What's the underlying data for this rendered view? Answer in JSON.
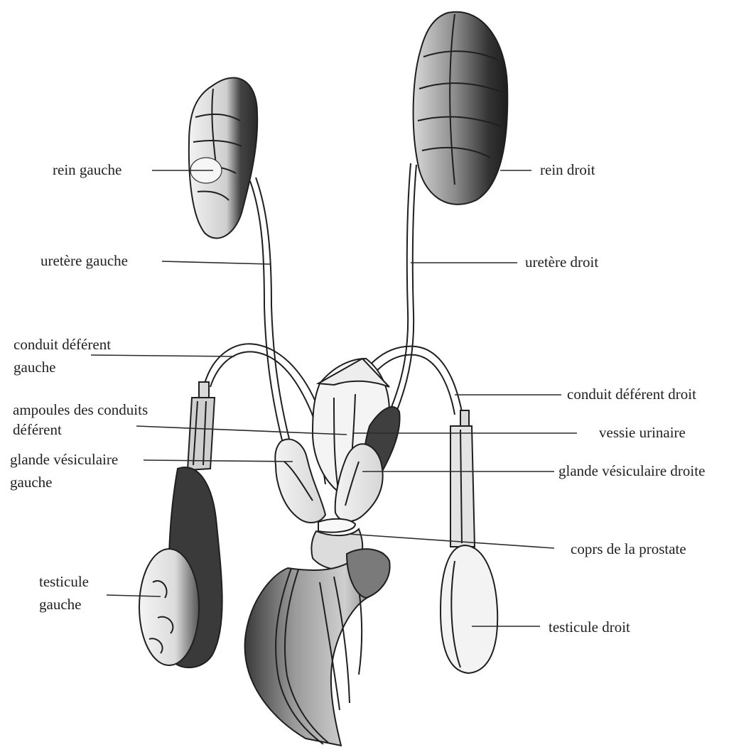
{
  "labels": {
    "rein_gauche": "rein gauche",
    "rein_droit": "rein droit",
    "uretere_gauche": "uretère gauche",
    "uretere_droit": "uretère droit",
    "conduit_deferent_gauche_l1": "conduit déférent",
    "conduit_deferent_gauche_l2": "gauche",
    "conduit_deferent_droit": "conduit déférent droit",
    "ampoules_l1": "ampoules des conduits",
    "ampoules_l2": "déférent",
    "vessie_urinaire": "vessie urinaire",
    "glande_vesiculaire_gauche_l1": "glande vésiculaire",
    "glande_vesiculaire_gauche_l2": "gauche",
    "glande_vesiculaire_droite": "glande vésiculaire droite",
    "corps_prostate": "coprs de la prostate",
    "testicule_gauche_l1": "testicule",
    "testicule_gauche_l2": "gauche",
    "testicule_droit": "testicule droit"
  },
  "colors": {
    "ink": "#1f1f1f",
    "dark_shade": "#3a3a3a",
    "mid_shade": "#8a8a8a",
    "light_fill": "#ededed",
    "background": "#ffffff"
  }
}
